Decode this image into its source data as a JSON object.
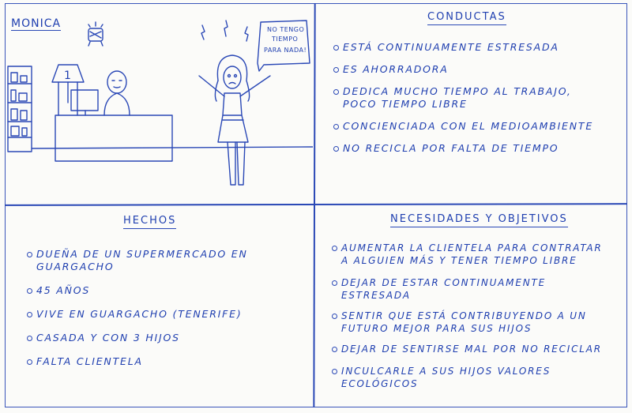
{
  "persona": {
    "name": "Monica"
  },
  "scene": {
    "speech": [
      "No tengo",
      "tiempo",
      "para nada!"
    ],
    "sign_number": "1"
  },
  "conductas": {
    "title": "Conductas",
    "items": [
      "Está continuamente estresada",
      "Es ahorradora",
      "Dedica mucho tiempo al trabajo, poco tiempo libre",
      "Concienciada con el medioambiente",
      "No recicla por falta de tiempo"
    ]
  },
  "hechos": {
    "title": "Hechos",
    "items": [
      "Dueña de un supermercado en Guargacho",
      "45 años",
      "Vive en Guargacho (Tenerife)",
      "Casada y con 3 hijos",
      "Falta clientela"
    ]
  },
  "necesidades": {
    "title": "Necesidades y objetivos",
    "items": [
      "Aumentar la clientela para contratar a alguien más y tener tiempo libre",
      "Dejar de estar continuamente estresada",
      "Sentir que está contribuyendo a un futuro mejor para sus hijos",
      "Dejar de sentirse mal por no reciclar",
      "Inculcarle a sus hijos valores ecológicos"
    ]
  }
}
